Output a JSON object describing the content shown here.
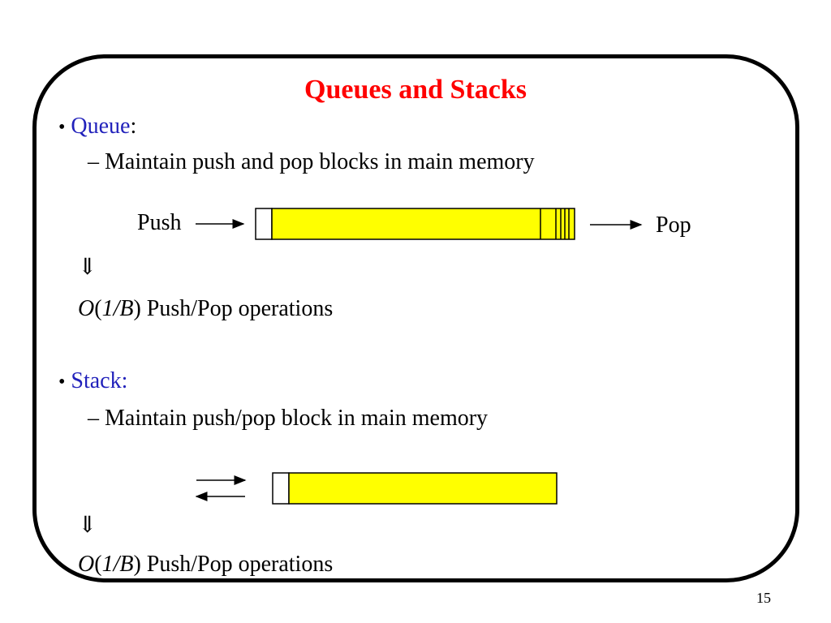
{
  "slide": {
    "title": "Queues and Stacks",
    "page_number": "15"
  },
  "queue": {
    "bullet": "Queue",
    "colon": ":",
    "sub": "– Maintain push and pop blocks in main memory",
    "push_label": "Push",
    "pop_label": "Pop",
    "implies": "⇓",
    "complexity_O": "O",
    "complexity_paren_open": "(",
    "complexity_arg": "1/B",
    "complexity_paren_close": ")",
    "complexity_rest": " Push/Pop operations"
  },
  "stack": {
    "bullet": "Stack:",
    "sub": "– Maintain push/pop block in main memory",
    "implies": "⇓",
    "complexity_O": "O",
    "complexity_paren_open": "(",
    "complexity_arg": "1/B",
    "complexity_paren_close": ")",
    "complexity_rest": " Push/Pop operations"
  },
  "colors": {
    "title": "#ff0000",
    "bullet_heading": "#2222bb",
    "block_fill": "#ffff00",
    "frame": "#000000"
  }
}
